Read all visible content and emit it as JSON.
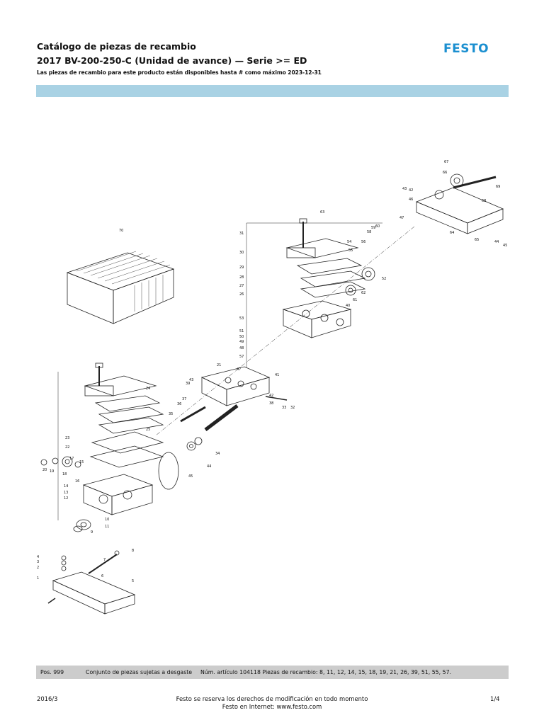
{
  "header": {
    "title": "Catálogo de piezas de recambio",
    "product": "2017  BV-200-250-C  (Unidad de avance)  —  Serie >= ED",
    "availability": "Las piezas de recambio para este producto están disponibles hasta # como máximo  2023-12-31",
    "logo": "FESTO",
    "logo_color": "#1b8fd0",
    "band_color": "#a9d2e4"
  },
  "drawing": {
    "labels": [
      "70",
      "63",
      "67",
      "66",
      "69",
      "68",
      "43",
      "42",
      "46",
      "47",
      "64",
      "65",
      "44",
      "45",
      "31",
      "30",
      "29",
      "28",
      "27",
      "26",
      "53",
      "51",
      "50",
      "49",
      "48",
      "57",
      "54",
      "55",
      "56",
      "58",
      "59",
      "60",
      "61",
      "62",
      "52",
      "40",
      "21",
      "47",
      "41",
      "42",
      "43",
      "39",
      "38",
      "37",
      "36",
      "35",
      "34",
      "44",
      "45",
      "33",
      "32",
      "25",
      "24",
      "23",
      "22",
      "20",
      "19",
      "18",
      "17",
      "16",
      "15",
      "14",
      "13",
      "12",
      "11",
      "10",
      "9",
      "8",
      "7",
      "6",
      "5",
      "4",
      "3",
      "2",
      "1"
    ]
  },
  "part_row": {
    "pos": "Pos. 999",
    "name": "Conjunto de piezas sujetas a desgaste",
    "info": "Núm. artículo 104118 Piezas de recambio: 8, 11, 12, 14, 15, 18, 19, 21, 26, 39, 51, 55, 57."
  },
  "footer": {
    "date": "2016/3",
    "rights": "Festo se reserva los derechos de modificación en todo momento",
    "web": "Festo en Internet: www.festo.com",
    "page": "1/4"
  }
}
